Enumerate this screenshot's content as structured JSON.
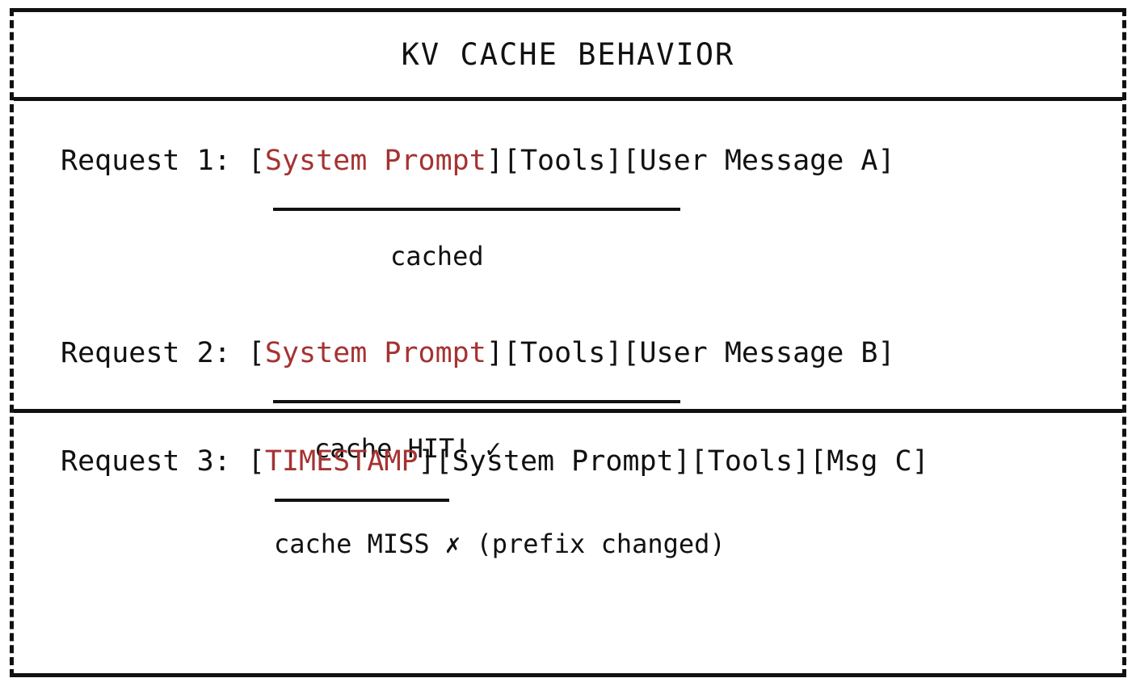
{
  "title": "KV CACHE BEHAVIOR",
  "colors": {
    "highlight_red": "#A63232",
    "ink_black": "#111111",
    "background": "#FFFFFF"
  },
  "requests": [
    {
      "label": "Request 1:",
      "tokens": [
        {
          "text": "[",
          "color": "black"
        },
        {
          "text": "System Prompt",
          "color": "red"
        },
        {
          "text": "][Tools][User Message A]",
          "color": "black"
        }
      ],
      "note": "cached",
      "mark": ""
    },
    {
      "label": "Request 2:",
      "tokens": [
        {
          "text": "[",
          "color": "black"
        },
        {
          "text": "System Prompt",
          "color": "red"
        },
        {
          "text": "][Tools][User Message B]",
          "color": "black"
        }
      ],
      "note": "cache HIT!",
      "mark": "✓"
    },
    {
      "label": "Request 3:",
      "tokens": [
        {
          "text": "[",
          "color": "black"
        },
        {
          "text": "TIMESTAMP",
          "color": "red"
        },
        {
          "text": "][System Prompt][Tools][Msg C]",
          "color": "black"
        }
      ],
      "note": "cache MISS",
      "mark": "✗",
      "reason": "(prefix changed)"
    }
  ],
  "notes": {
    "req1_note": "cached",
    "req2_note": "cache HIT! ✓",
    "req3_note": "cache MISS ✗ (prefix changed)"
  }
}
